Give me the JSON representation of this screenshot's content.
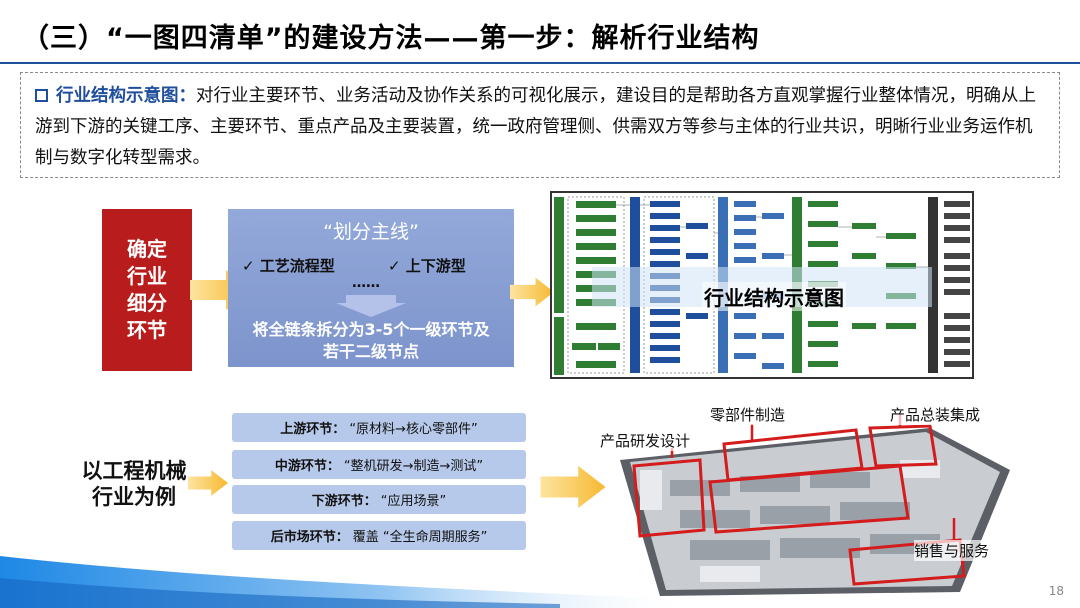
{
  "title": "（三）“一图四清单”的建设方法——第一步：解析行业结构",
  "intro": {
    "lead": "行业结构示意图：",
    "body": "对行业主要环节、业务活动及协作关系的可视化展示，建设目的是帮助各方直观掌握行业整体情况，明确从上游到下游的关键工序、主要环节、重点产品及主要装置，统一政府管理侧、供需双方等参与主体的行业共识，明晰行业业务运作机制与数字化转型需求。"
  },
  "step_box": {
    "text": "确定行业细分环节"
  },
  "method_box": {
    "title": "“划分主线”",
    "option1": "✓  工艺流程型",
    "option2": "✓  上下游型",
    "ellipsis": "……",
    "result": "将全链条拆分为3-5个一级环节及若干二级节点"
  },
  "diagram": {
    "label": "行业结构示意图"
  },
  "example": {
    "text": "以工程机械行业为例"
  },
  "stages": [
    {
      "name": "上游环节：",
      "value": "“原材料→核心零部件”"
    },
    {
      "name": "中游环节：",
      "value": "“整机研发→制造→测试”"
    },
    {
      "name": "下游环节：",
      "value": "“应用场景”"
    },
    {
      "name": "后市场环节：",
      "value": "覆盖 “全生命周期服务”"
    }
  ],
  "factory_labels": {
    "rd": "产品研发设计",
    "parts": "零部件制造",
    "assembly": "产品总装集成",
    "sales": "销售与服务"
  },
  "page_number": "18",
  "colors": {
    "accent": "#1f4e9c",
    "red": "#b81c1c",
    "arrow": "#f7c04a",
    "pill": "#b7c9ea"
  }
}
